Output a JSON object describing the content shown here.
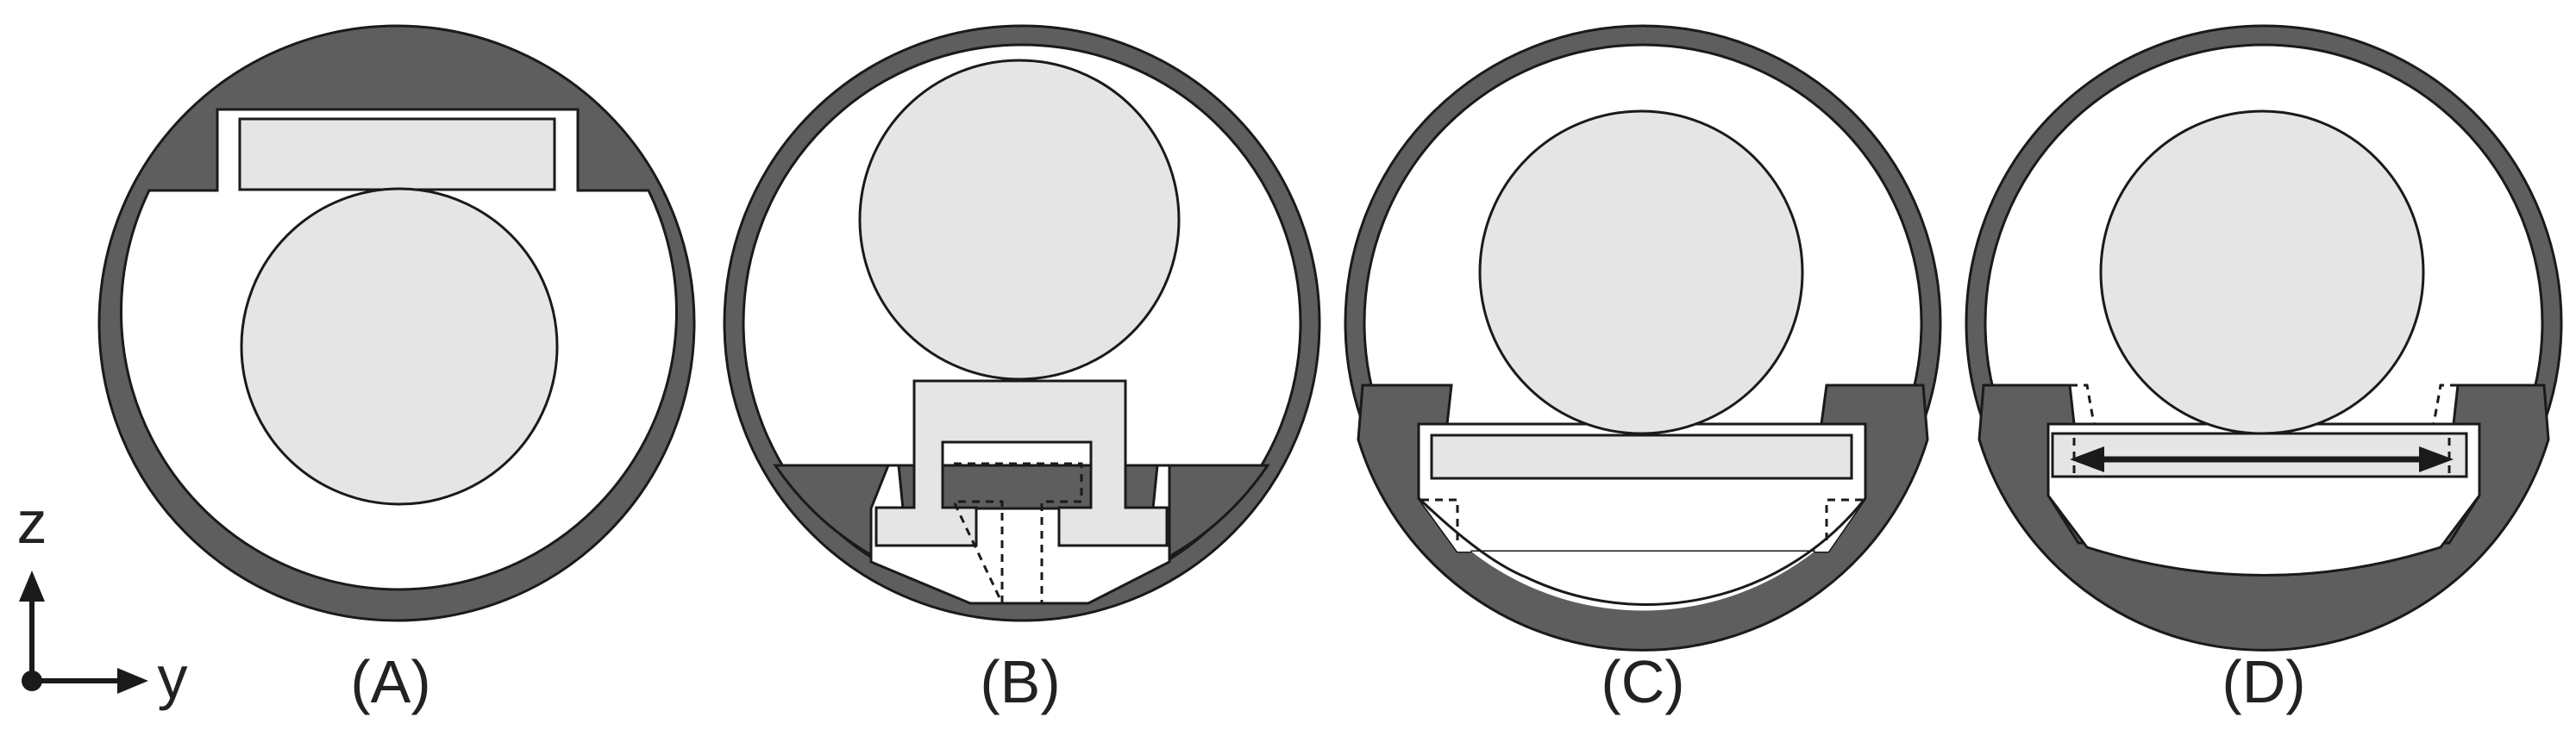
{
  "panels": [
    {
      "label": "(A)"
    },
    {
      "label": "(B)"
    },
    {
      "label": "(C)"
    },
    {
      "label": "(D)"
    }
  ],
  "axes": {
    "z_label": "z",
    "y_label": "y"
  },
  "colors": {
    "wall": "#5e5e5e",
    "component": "#e5e5e5",
    "outline": "#1a1a1a",
    "background": "#ffffff"
  }
}
